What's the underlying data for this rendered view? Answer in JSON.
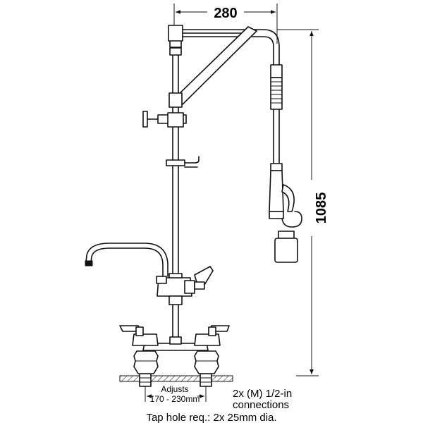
{
  "dimensions": {
    "width_label": "280",
    "height_label": "1085"
  },
  "labels": {
    "adjusts_line1": "Adjusts",
    "adjusts_line2": "170 - 230mm",
    "connections_line1": "2x (M) 1/2-in",
    "connections_line2": "connections",
    "tap_hole": "Tap hole req.: 2x 25mm dia."
  },
  "colors": {
    "line": "#111111",
    "counter_hatch": "#111111",
    "background": "#ffffff"
  }
}
